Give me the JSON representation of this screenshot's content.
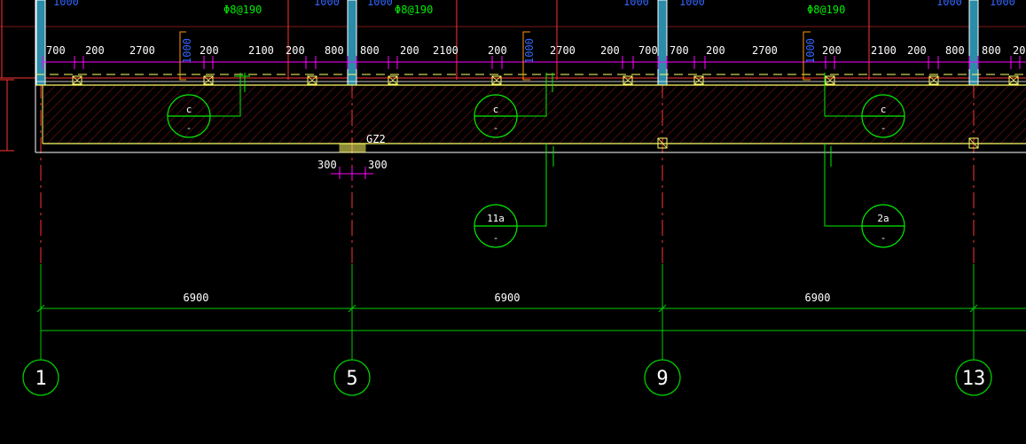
{
  "colors": {
    "background": "#000000",
    "grid": "#00cc00",
    "axis": "#ff3333",
    "wall": "#ffff66",
    "dim": "#ff00ff",
    "hatch": "#cc2222",
    "blue_text": "#3366ff",
    "tag": "#00ee00",
    "text": "#ffffff",
    "column_fill": "#2a8ca8",
    "bracket": "#ff9900"
  },
  "rebar_label": "Φ8@190",
  "blue_label": "1000",
  "col_dims": {
    "a": "700",
    "b": "200",
    "c": "2700",
    "d": "2100",
    "e": "800",
    "f": "1000"
  },
  "gz": {
    "label": "GZ2",
    "left_dim": "300",
    "right_dim": "300"
  },
  "tags": [
    {
      "top": "c",
      "bottom": "-"
    },
    {
      "top": "c",
      "bottom": "-"
    },
    {
      "top": "c",
      "bottom": "-"
    },
    {
      "top": "11a",
      "bottom": "-"
    },
    {
      "top": "2a",
      "bottom": "-"
    }
  ],
  "grid_spans": [
    "6900",
    "6900",
    "6900"
  ],
  "grid_labels": [
    "1",
    "5",
    "9",
    "13"
  ]
}
